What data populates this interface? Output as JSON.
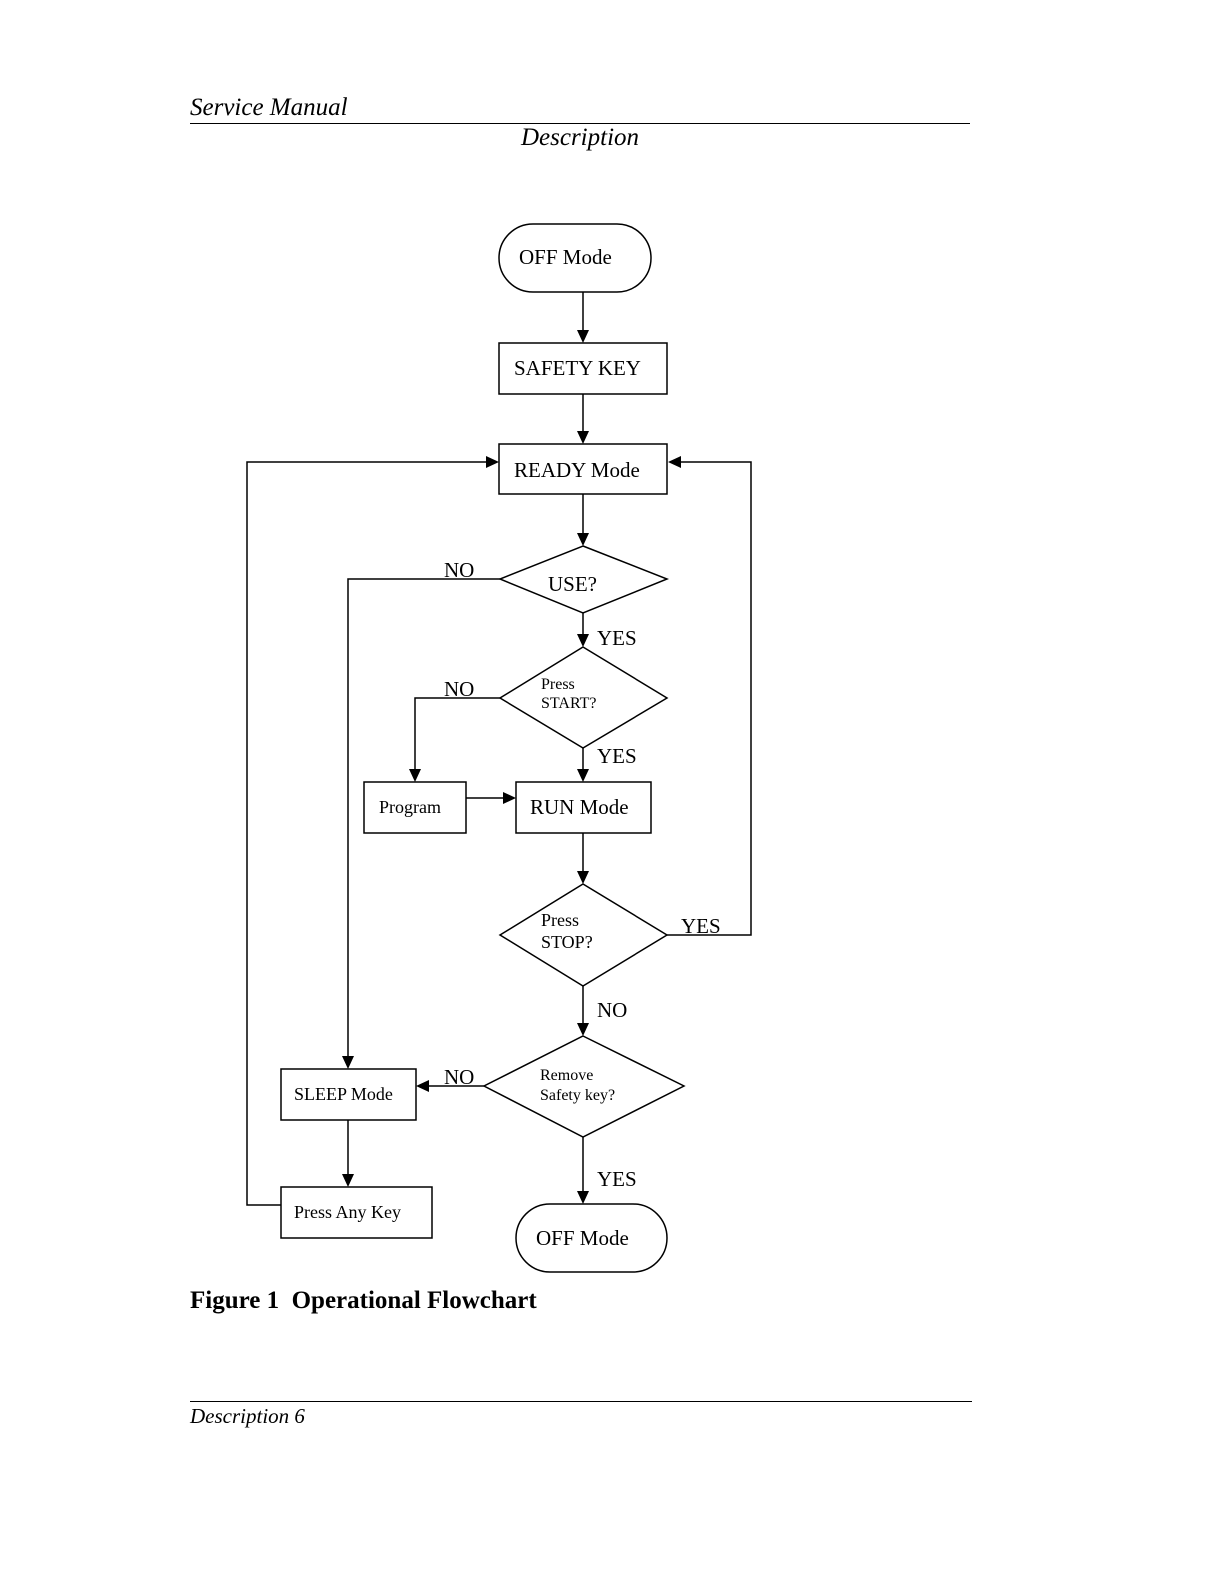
{
  "header": {
    "title": "Service Manual",
    "section": "Description"
  },
  "flowchart": {
    "nodes": {
      "off_mode_start": "OFF Mode",
      "safety_key": "SAFETY KEY",
      "ready_mode": "READY Mode",
      "use_decision": "USE?",
      "press_start_l1": "Press",
      "press_start_l2": "START?",
      "program": "Program",
      "run_mode": "RUN Mode",
      "press_stop_l1": "Press",
      "press_stop_l2": "STOP?",
      "remove_key_l1": "Remove",
      "remove_key_l2": "Safety key?",
      "sleep_mode": "SLEEP Mode",
      "press_any_key": "Press Any Key",
      "off_mode_end": "OFF Mode"
    },
    "labels": {
      "use_no": "NO",
      "use_yes": "YES",
      "start_no": "NO",
      "start_yes": "YES",
      "stop_yes": "YES",
      "stop_no": "NO",
      "remove_no": "NO",
      "remove_yes": "YES"
    }
  },
  "caption": "Figure 1  Operational Flowchart",
  "footer": {
    "text": "Description 6"
  }
}
